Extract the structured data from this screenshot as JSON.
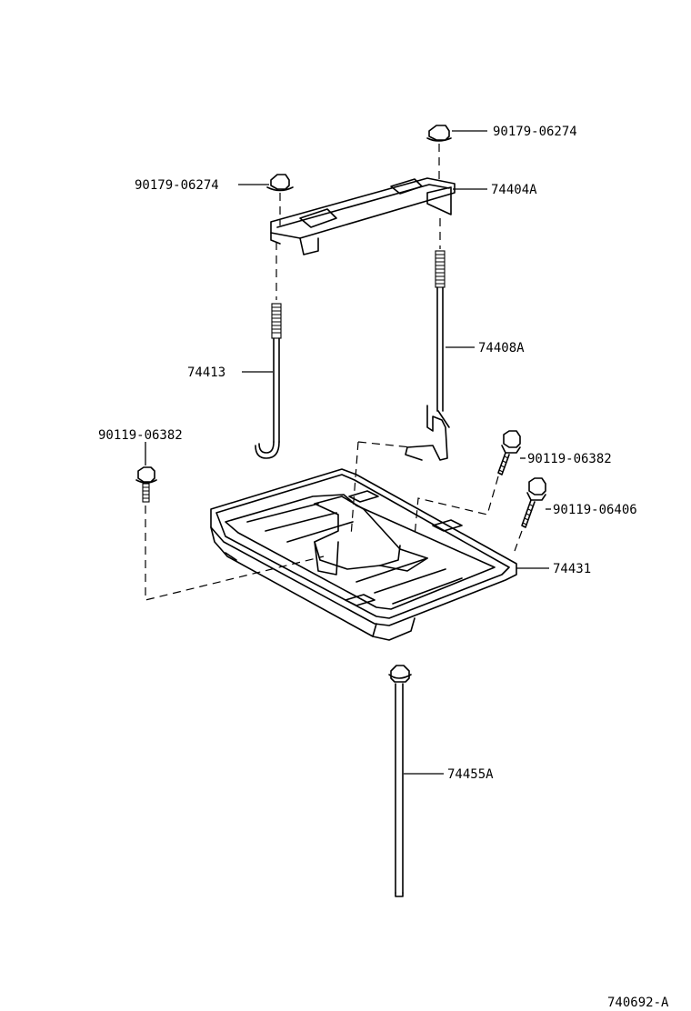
{
  "labels": {
    "nut_top_right": "90179-06274",
    "nut_top_left": "90179-06274",
    "clamp": "74404A",
    "rod_right": "74408A",
    "rod_left": "74413",
    "bolt_left": "90119-06382",
    "bolt_right_upper": "90119-06382",
    "bolt_right_lower": "90119-06406",
    "tray": "74431",
    "bar_bottom": "74455A",
    "diagram_code": "740692-A"
  }
}
